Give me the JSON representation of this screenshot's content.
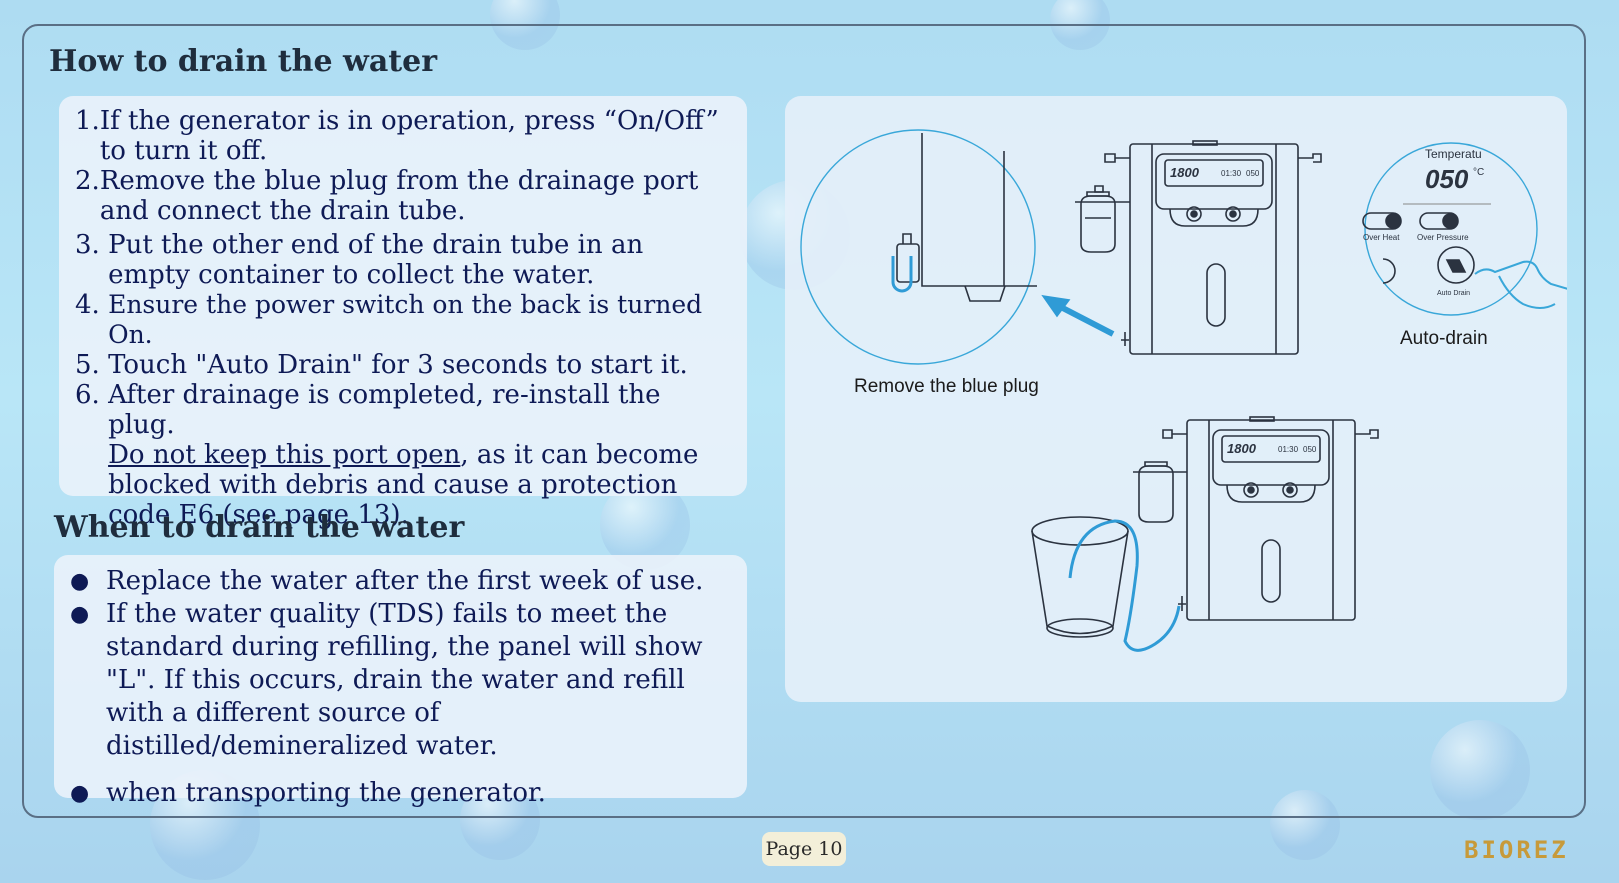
{
  "drain": {
    "heading": "How to drain the water",
    "steps": [
      {
        "num": "1.",
        "text": "If the generator is in operation, press “On/Off” to turn it off."
      },
      {
        "num": "2.",
        "text": "Remove the blue plug from the drainage port and connect the drain tube."
      },
      {
        "num": "3. ",
        "text": "Put the other end of the drain tube in an empty container to collect the water."
      },
      {
        "num": "4. ",
        "text": "Ensure the power switch on the back is turned On."
      },
      {
        "num": "5. ",
        "text": "Touch \"Auto Drain\" for 3 seconds to start it."
      },
      {
        "num": "6. ",
        "text": "After drainage is completed, re-install the plug."
      }
    ],
    "warning_underlined": "Do not keep this port open",
    "warning_rest": ", as it can become blocked with debris and cause a protection code E6 (see page 13)."
  },
  "when": {
    "heading": "When to drain the water",
    "bullets": [
      "Replace the water after the first week of use.",
      "If the water quality (TDS) fails to meet the standard during refilling, the panel will show \"L\". If this occurs, drain the water and refill with a different source of distilled/demineralized water.",
      "when transporting the generator."
    ]
  },
  "figure": {
    "caption_plug": "Remove the blue plug",
    "caption_auto": "Auto-drain",
    "display_main": "1800",
    "display_time": "01:30",
    "display_temp": "050",
    "zoom_temp_label": "Temperatu",
    "zoom_temp_value": "050",
    "zoom_temp_unit": "°C",
    "over_heat": "Over Heat",
    "over_pressure": "Over Pressure",
    "auto_drain_label": "Auto Drain"
  },
  "footer": {
    "page": "Page 10",
    "logo": "BIOREZ"
  },
  "colors": {
    "text": "#0e1a55",
    "accent_blue": "#2f9bd6",
    "logo_gold": "#c79a3a"
  }
}
